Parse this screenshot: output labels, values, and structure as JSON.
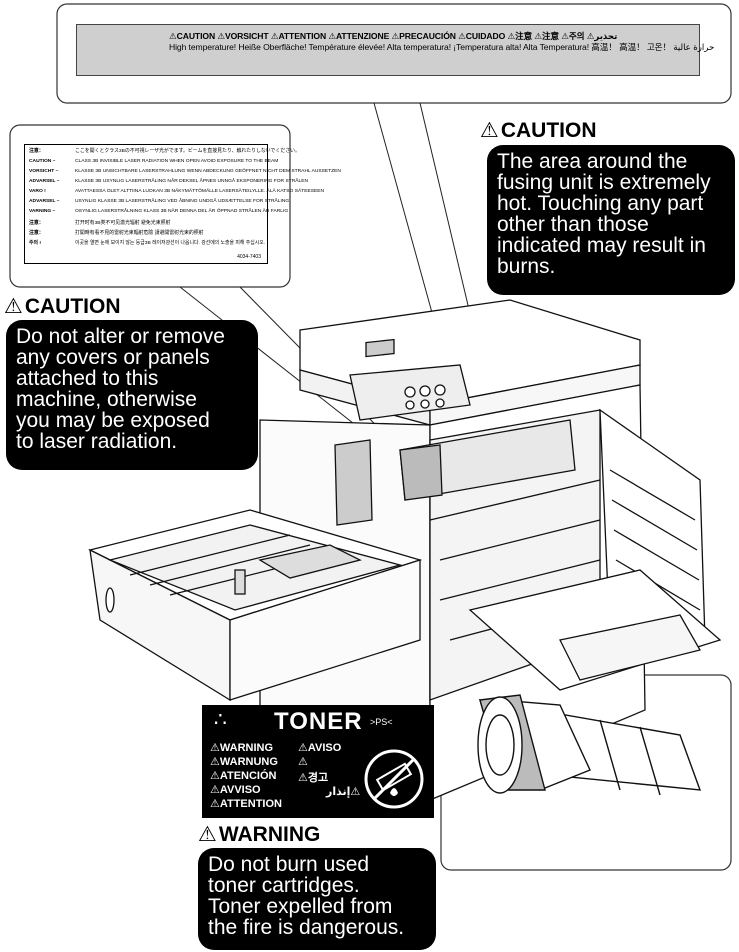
{
  "hot_label": {
    "row1": "⚠CAUTION  ⚠VORSICHT  ⚠ATTENTION  ⚠ATTENZIONE  ⚠PRECAUCIÓN  ⚠CUIDADO  ⚠注意  ⚠注意  ⚠주의  ⚠تحذير",
    "row2": "High temperature! Heiße Oberfläche! Température élevée! Alta temperatura! ¡Temperatura alta! Alta Temperatura! 高温！ 高温！ 고온！ حرارة عالية"
  },
  "laser_label": {
    "lines": [
      {
        "key": "注意：",
        "text": "ここを開くとクラス3Bの不可視レーザ光がでます。ビームを直接見たり、触れたりしないでください。"
      },
      {
        "key": "CAUTION –",
        "text": "CLASS 3B INVISIBLE LASER RADIATION WHEN OPEN AVOID EXPOSURE TO THE BEAM"
      },
      {
        "key": "VORSICHT –",
        "text": "KLASSE 3B UNSICHTBARE LASERSTRAHLUNG WENN ABDECKUNG GEÖFFNET NICHT DEM STRAHL AUSSETZEN"
      },
      {
        "key": "ADVARSEL –",
        "text": "KLASSE 3B USYNLIG LASERSTRÅLING NÅR DEKSEL ÅPNES UNNGÅ EKSPONERING FOR STRÅLEN"
      },
      {
        "key": "VARO !",
        "text": "AVATTAESSA OLET ALTTIINA LUOKAN 3B NÄKYMÄTTÖMÄLLE LASERSÄTEILYLLE. ÄLÄ KATSO SÄTEESEEN"
      },
      {
        "key": "ADVARSEL –",
        "text": "USYNLIG KLASSE 3B LASERSTRÅLING VED ÅBNING UNDGÅ UDSÆTTELSE FOR STRÅLING"
      },
      {
        "key": "VARNING –",
        "text": "OSYNLIG LASERSTRÅLNING KLASS 3B NÄR DENNA DEL ÄR ÖPPNAD STRÅLEN ÄR FARLIG"
      },
      {
        "key": "注意：",
        "text": "打开时有3B类不可见激光辐射 避免光束照射"
      },
      {
        "key": "注意：",
        "text": "打開時有看不見的雷射光束輻射危險 請避開雷射光束的照射"
      },
      {
        "key": "주의 !",
        "text": "이곳을 열면 눈에 보이지 않는 등급3B 레이저광선이 나옵니다. 광선에의 노출을 피해 주십시오."
      }
    ],
    "code": "4034-7403"
  },
  "callouts": {
    "fusing": {
      "heading": "CAUTION",
      "lines": [
        "The area around the",
        "fusing unit is extremely",
        "hot. Touching any part",
        "other than those",
        "indicated may result in",
        "burns."
      ]
    },
    "laser": {
      "heading": "CAUTION",
      "lines": [
        "Do not alter or remove",
        "any covers or panels",
        "attached to this",
        "machine, otherwise",
        "you may be exposed",
        "to laser radiation."
      ]
    },
    "toner": {
      "heading": "WARNING",
      "lines": [
        "Do not burn used",
        "toner cartridges.",
        "Toner expelled from",
        "the fire is dangerous."
      ]
    }
  },
  "toner_label": {
    "title": "TONER",
    "mark": ">PS<",
    "left_items": [
      "⚠WARNING",
      "⚠WARNUNG",
      "⚠ATENCIÓN",
      "⚠AVVISO",
      "⚠ATTENTION"
    ],
    "right_items": [
      "⚠AVISO",
      "⚠",
      "⚠경고",
      "إنذار⚠"
    ]
  },
  "colors": {
    "label_gray": "#cfcfcf",
    "box_black": "#000000"
  }
}
